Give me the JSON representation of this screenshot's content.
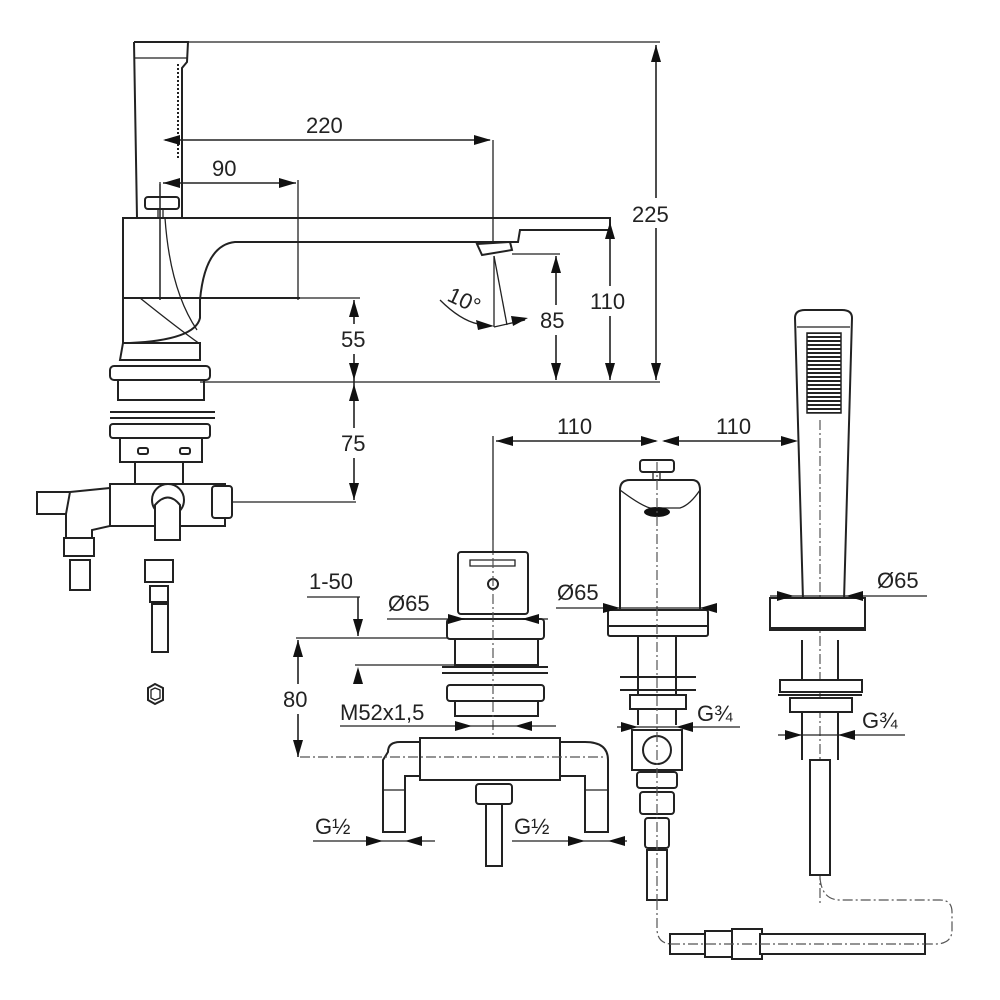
{
  "diagram": {
    "type": "technical drawing - bath mixer 3-hole installation",
    "views": {
      "main_mixer_side": {
        "dimensions": {
          "spout_reach": "220",
          "lever_offset": "90",
          "total_height": "225",
          "spout_height": "110",
          "outlet_height": "85",
          "spout_angle": "10°",
          "deck_top": "55",
          "deck_below": "75"
        }
      },
      "front_installation": {
        "dimensions": {
          "spacing_left": "110",
          "spacing_right": "110",
          "deck_thickness": "1-50",
          "body_diameter_1": "Ø65",
          "body_diameter_2": "Ø65",
          "body_diameter_3": "Ø65",
          "thread_main": "M52x1,5",
          "install_depth": "80",
          "inlet_left": "G½",
          "inlet_right": "G½",
          "diverter_thread": "G¾",
          "shower_thread": "G¾"
        }
      }
    },
    "colors": {
      "line": "#222222",
      "background": "#ffffff"
    }
  }
}
